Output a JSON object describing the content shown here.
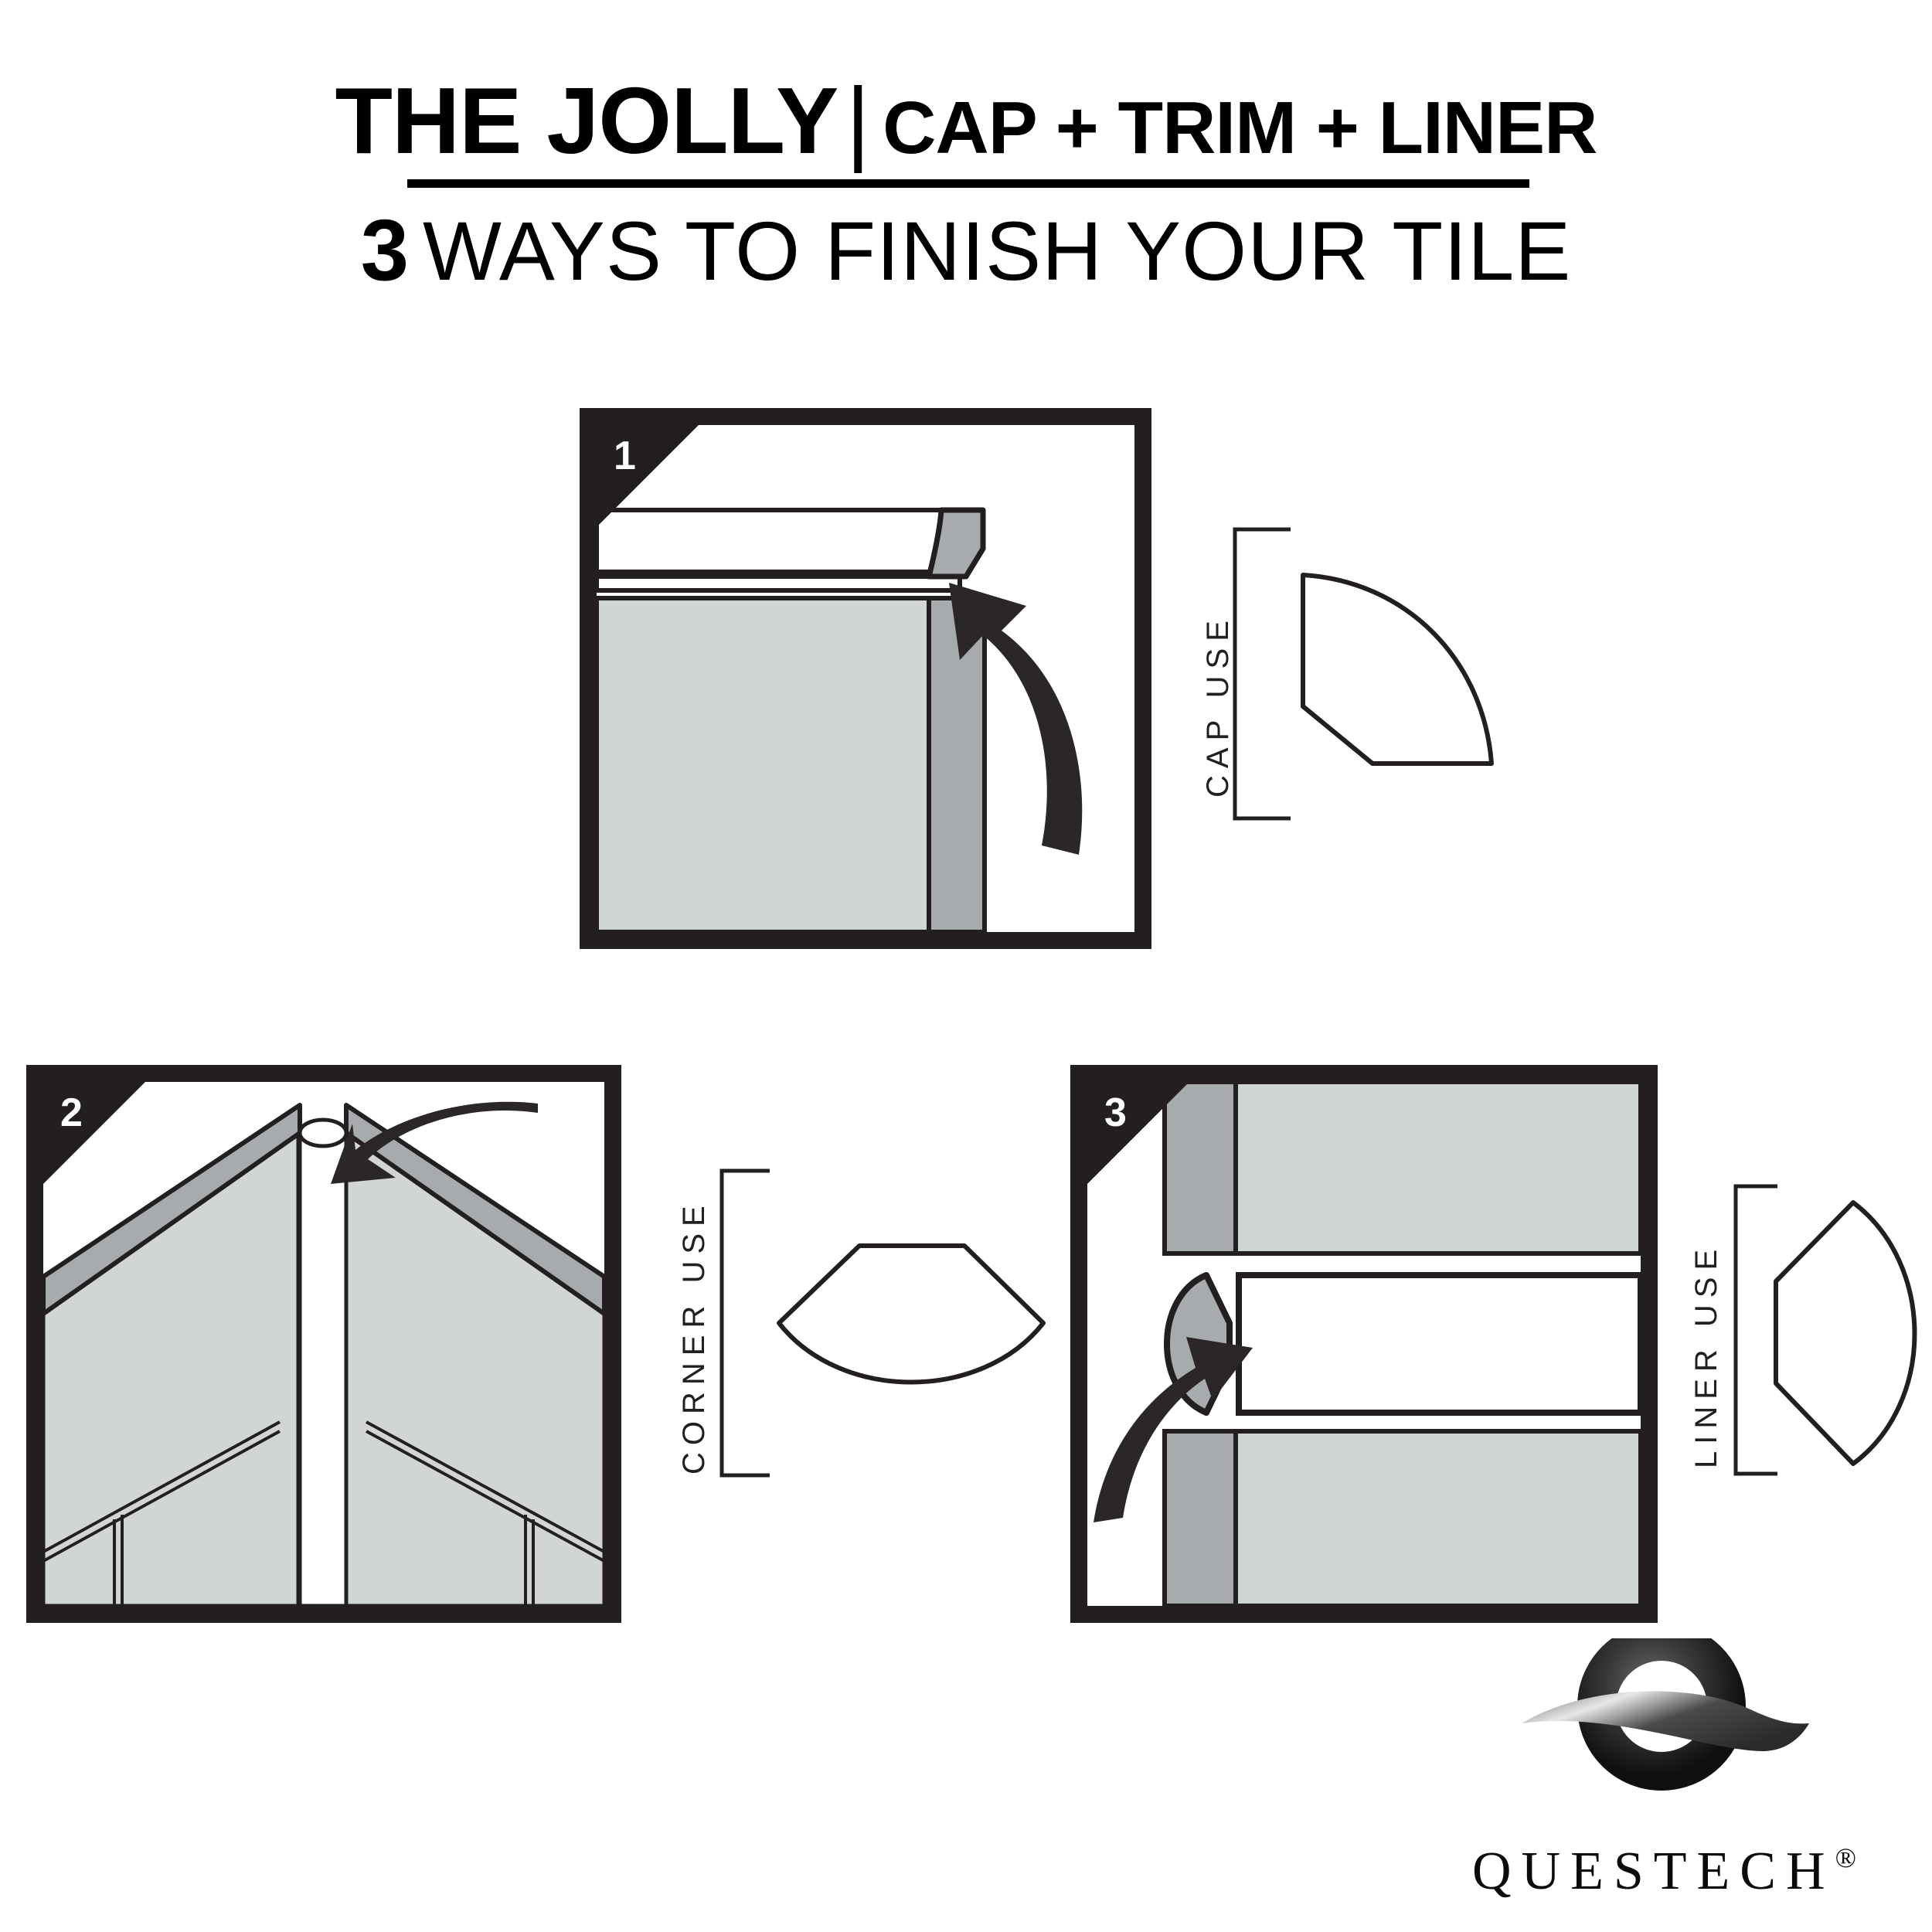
{
  "header": {
    "title_main": "THE JOLLY",
    "title_divider": "|",
    "title_sub": "CAP + TRIM + LINER",
    "subtitle_number": "3",
    "subtitle_text": "WAYS TO FINISH YOUR TILE"
  },
  "colors": {
    "ink": "#231f20",
    "tile_light": "#d2d5d6",
    "tile_mid": "#a8abad",
    "white": "#ffffff"
  },
  "panels": [
    {
      "number": "1",
      "use_label": "CAP USE",
      "caption_shape": "quarter-round-cap-profile",
      "illustration": "tile-wall-corner-with-cap-trim-and-arrow"
    },
    {
      "number": "2",
      "use_label": "CORNER USE",
      "caption_shape": "fan-corner-profile",
      "illustration": "outside-corner-with-bullnose-trim-and-arrow"
    },
    {
      "number": "3",
      "use_label": "LINER USE",
      "caption_shape": "lens-liner-profile",
      "illustration": "horizontal-tile-rows-with-liner-strip-and-arrow"
    }
  ],
  "logo": {
    "wordmark": "QUESTECH",
    "registered_symbol": "®"
  }
}
